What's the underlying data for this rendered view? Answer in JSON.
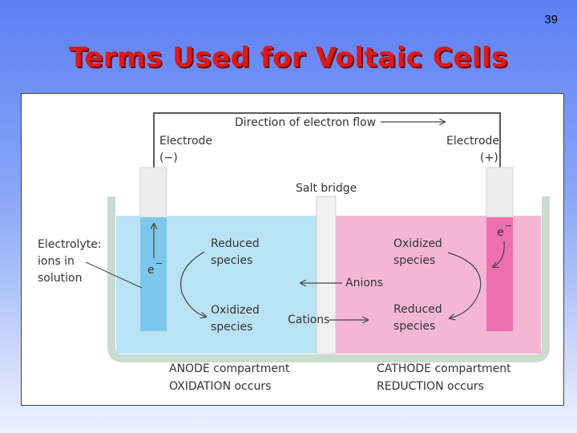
{
  "slide": {
    "number": "39",
    "title": "Terms Used for Voltaic Cells"
  },
  "diagram": {
    "flow_label": "Direction of electron flow",
    "electrode_left": "Electrode",
    "electrode_left_sign": "(−)",
    "electrode_right": "Electrode",
    "electrode_right_sign": "(+)",
    "salt_bridge": "Salt bridge",
    "electrolyte_line1": "Electrolyte:",
    "electrolyte_line2": "ions in",
    "electrolyte_line3": "solution",
    "electron_left": "e",
    "electron_left_sup": "−",
    "electron_right": "e",
    "electron_right_sup": "−",
    "reduced_left_1": "Reduced",
    "reduced_left_2": "species",
    "oxidized_left_1": "Oxidized",
    "oxidized_left_2": "species",
    "oxidized_right_1": "Oxidized",
    "oxidized_right_2": "species",
    "reduced_right_1": "Reduced",
    "reduced_right_2": "species",
    "anions": "Anions",
    "cations": "Cations",
    "anode_1": "ANODE compartment",
    "anode_2": "OXIDATION occurs",
    "cathode_1": "CATHODE compartment",
    "cathode_2": "REDUCTION occurs",
    "colors": {
      "anode_solution": "#b9e3f4",
      "cathode_solution": "#f5b6d6",
      "anode_electrode": "#7cc8ec",
      "cathode_electrode": "#ee6fae",
      "beaker": "#cfe0d6"
    }
  }
}
